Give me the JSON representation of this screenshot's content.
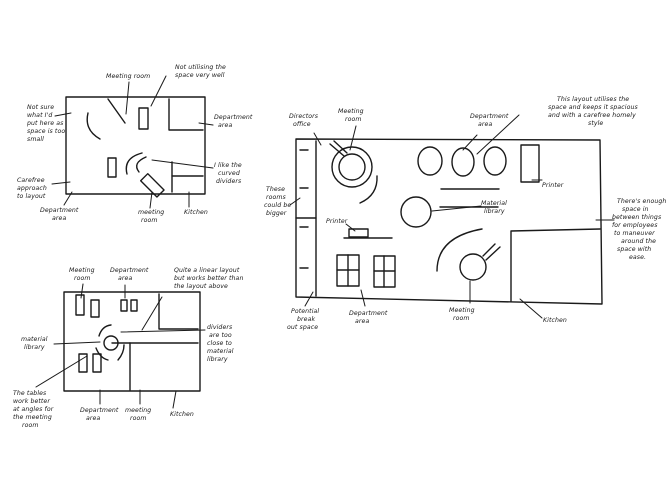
{
  "top_left": {
    "not_sure": [
      "Not sure",
      "what I'd",
      "put here as",
      "space is too",
      "small"
    ],
    "meeting_room_top": "Meeting room",
    "not_utilising": [
      "Not utilising the",
      "space very well"
    ],
    "department_area_right": [
      "Department",
      "area"
    ],
    "curved_dividers": [
      "I like the",
      "curved",
      "dividers"
    ],
    "carefree": [
      "Carefree",
      "approach",
      "to layout"
    ],
    "department_area_bottom": [
      "Department",
      "area"
    ],
    "meeting_room_bottom": [
      "meeting",
      "room"
    ],
    "kitchen": "Kitchen"
  },
  "bottom_left": {
    "meeting_room_top": [
      "Meeting",
      "room"
    ],
    "department_area_top": [
      "Department",
      "area"
    ],
    "linear_layout": [
      "Quite a linear layout",
      "but works better than",
      "the layout above"
    ],
    "material_library": [
      "material",
      "library"
    ],
    "dividers": [
      "dividers",
      "are too",
      "close to",
      "material",
      "library"
    ],
    "tables": [
      "The tables",
      "work better",
      "at angles for",
      "the meeting",
      "room"
    ],
    "department_area_bottom": [
      "Department",
      "area"
    ],
    "meeting_room_bottom": [
      "meeting",
      "room"
    ],
    "kitchen": "Kitchen"
  },
  "right": {
    "directors_office": [
      "Directors",
      "office"
    ],
    "meeting_room_top": [
      "Meeting",
      "room"
    ],
    "utilises": [
      "This layout utilises the",
      "space and keeps it spacious",
      "and with a carefree homely",
      "style"
    ],
    "department_area_top": [
      "Department",
      "area"
    ],
    "rooms_bigger": [
      "These",
      "rooms",
      "could be",
      "bigger"
    ],
    "printer_right": "Printer",
    "printer_left": "Printer",
    "material_library": [
      "Material",
      "library"
    ],
    "enough_space": [
      "There's enough",
      "space in",
      "between things",
      "for employees",
      "to maneuver",
      "around the",
      "space with",
      "ease."
    ],
    "potential_break": [
      "Potential",
      "break",
      "out space"
    ],
    "department_area_bottom": [
      "Department",
      "area"
    ],
    "meeting_room_bottom": [
      "Meeting",
      "room"
    ],
    "kitchen": "Kitchen"
  }
}
